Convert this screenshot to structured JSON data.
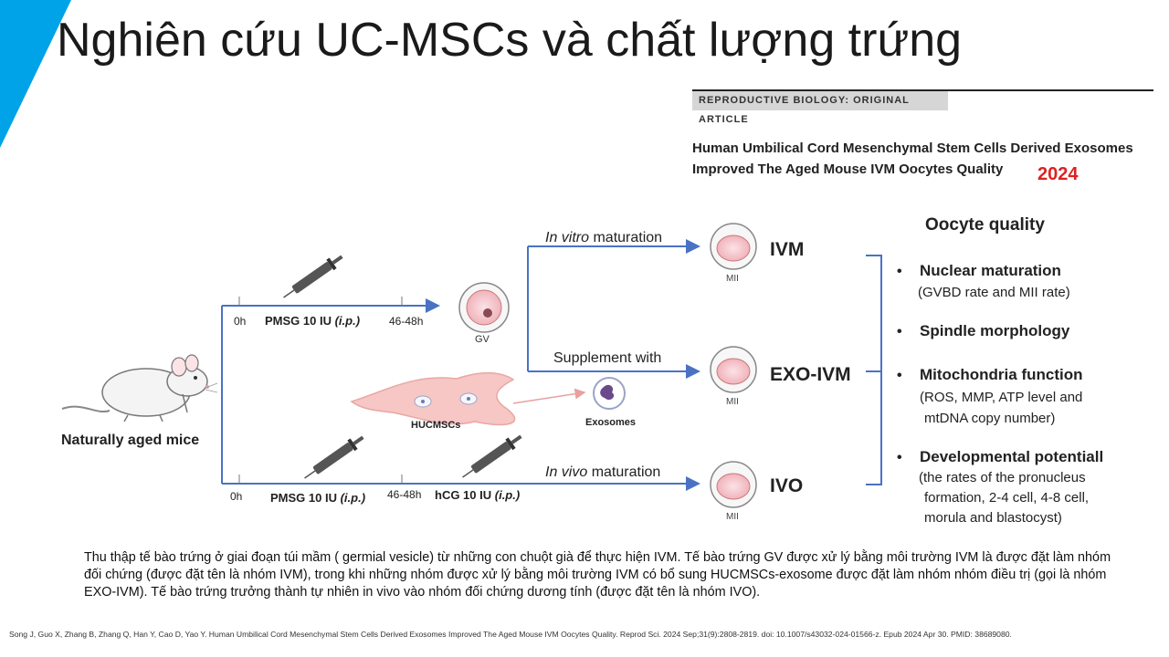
{
  "slide": {
    "title": "Nghiên cứu UC-MSCs và chất lượng trứng",
    "accent_color": "#00a2e8"
  },
  "article": {
    "section": "REPRODUCTIVE BIOLOGY: ORIGINAL ARTICLE",
    "title_line1": "Human Umbilical Cord Mesenchymal Stem Cells Derived Exosomes",
    "title_line2": "Improved The Aged Mouse IVM Oocytes Quality",
    "year": "2024",
    "year_color": "#e02020"
  },
  "diagram": {
    "mice_label": "Naturally aged mice",
    "top_timeline": {
      "start": "0h",
      "treatment": "PMSG 10 IU",
      "route": "(i.p.)",
      "end": "46-48h"
    },
    "bottom_timeline": {
      "start": "0h",
      "treatment1": "PMSG 10 IU",
      "route1": "(i.p.)",
      "time2": "46-48h",
      "treatment2": "hCG 10 IU",
      "route2": "(i.p.)"
    },
    "gv_label": "GV",
    "in_vitro_label": "In vitro",
    "in_vitro_suffix": " maturation",
    "supplement_label": "Supplement with",
    "in_vivo_label": "In vivo",
    "in_vivo_suffix": " maturation",
    "hucmscs_label": "HUCMSCs",
    "exosomes_label": "Exosomes",
    "mii_label": "MII",
    "groups": [
      "IVM",
      "EXO-IVM",
      "IVO"
    ],
    "line_color": "#4a72c4",
    "quality_title": "Oocyte quality",
    "quality_items": [
      {
        "title": "Nuclear maturation",
        "detail": [
          "(GVBD rate and MII rate)"
        ]
      },
      {
        "title": "Spindle morphology",
        "detail": []
      },
      {
        "title": "Mitochondria function",
        "detail": [
          "(ROS, MMP, ATP level and",
          "mtDNA copy number)"
        ]
      },
      {
        "title": "Developmental potentiall",
        "detail": [
          "(the rates of the pronucleus",
          "formation, 2-4 cell, 4-8 cell,",
          "morula and blastocyst)"
        ]
      }
    ]
  },
  "caption": "Thu thập tế bào trứng ở giai đoạn túi mầm ( germial vesicle) từ những con chuột già để thực hiện IVM. Tế bào trứng GV được xử lý bằng môi trường IVM là được đặt làm nhóm đối chứng (được đặt tên là nhóm IVM), trong khi những nhóm được xử lý bằng môi trường IVM có bổ sung HUCMSCs-exosome được đặt làm nhóm nhóm điều trị (gọi là nhóm EXO-IVM). Tế bào trứng trưởng thành tự nhiên in vivo vào nhóm đối chứng dương tính (được đặt tên là nhóm IVO).",
  "citation": "Song J, Guo X, Zhang B, Zhang Q, Han Y, Cao D, Yao Y. Human Umbilical Cord Mesenchymal Stem Cells Derived Exosomes Improved The Aged Mouse IVM Oocytes Quality. Reprod Sci. 2024 Sep;31(9):2808-2819. doi: 10.1007/s43032-024-01566-z. Epub 2024 Apr 30. PMID: 38689080."
}
